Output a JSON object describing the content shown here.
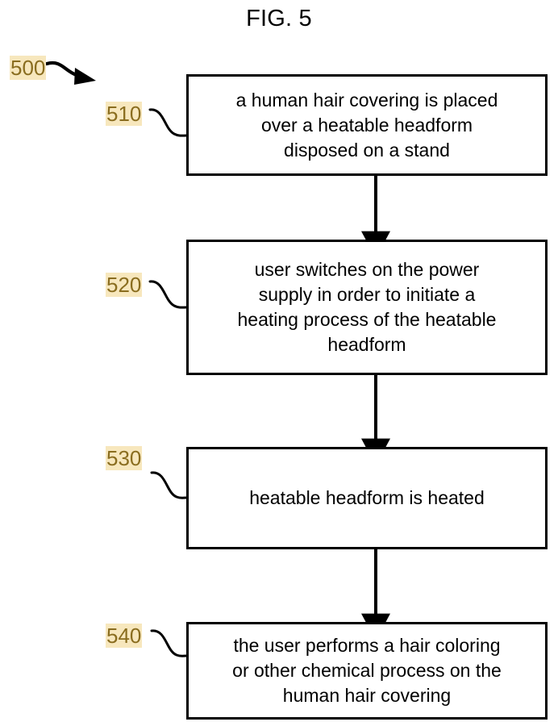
{
  "figure": {
    "title": "FIG. 5",
    "overall_reference": "500",
    "line_color": "#000000",
    "box_fill": "#ffffff",
    "reference_text_color": "#8a6d1f",
    "reference_highlight_color": "#f7e7bd",
    "background_color": "#ffffff"
  },
  "steps": [
    {
      "ref": "510",
      "text": "a human hair covering is placed\nover a heatable headform\ndisposed on a stand"
    },
    {
      "ref": "520",
      "text": "user switches on the power\nsupply in order to initiate a\nheating process of the heatable\nheadform"
    },
    {
      "ref": "530",
      "text": "heatable headform is heated"
    },
    {
      "ref": "540",
      "text": "the user performs a hair coloring\nor other chemical process on the\nhuman hair covering"
    }
  ],
  "connectors": [
    {
      "name": "arrow-510-to-520",
      "from_ref": "510",
      "to_ref": "520"
    },
    {
      "name": "arrow-520-to-530",
      "from_ref": "520",
      "to_ref": "530"
    },
    {
      "name": "arrow-530-to-540",
      "from_ref": "530",
      "to_ref": "540"
    }
  ]
}
